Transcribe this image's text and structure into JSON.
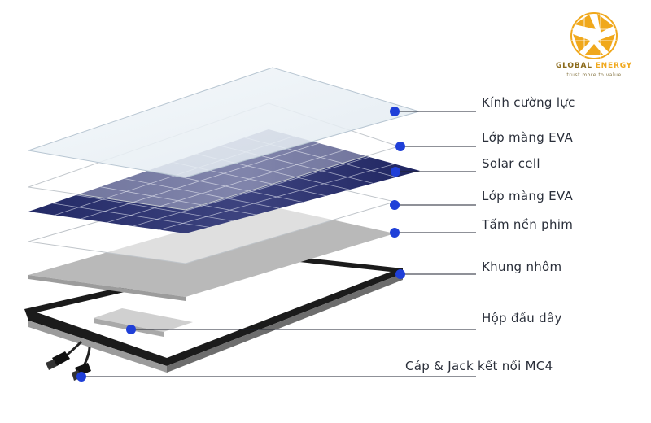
{
  "logo": {
    "brand_part1": "GLOBAL ",
    "brand_part2": "ENERGY",
    "tagline": "trust more to value",
    "icon": "solar-globe-icon",
    "gold": "#f0a81c",
    "olive": "#8b6a1a"
  },
  "colors": {
    "solar_cell": "#2c3170",
    "backsheet": "#b9b9b9",
    "frame": "#1b1b1b",
    "dot": "#1f3fd8",
    "leader": "#1f2330"
  },
  "layers": [
    {
      "key": "glass",
      "label": "Kính cường lực"
    },
    {
      "key": "eva_top",
      "label": "Lớp màng EVA"
    },
    {
      "key": "cell",
      "label": "Solar cell"
    },
    {
      "key": "eva_bottom",
      "label": "Lớp màng EVA"
    },
    {
      "key": "backsheet",
      "label": "Tấm nền phim"
    },
    {
      "key": "frame",
      "label": "Khung nhôm"
    },
    {
      "key": "junction_box",
      "label": "Hộp đấu dây"
    },
    {
      "key": "cable",
      "label": "Cáp & Jack kết nối MC4"
    }
  ]
}
